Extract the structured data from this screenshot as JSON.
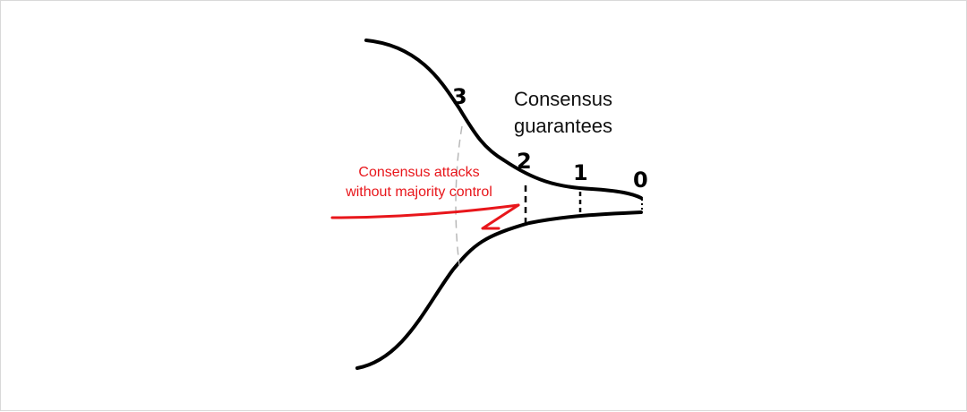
{
  "diagram": {
    "title_line1": "Consensus",
    "title_line2": "guarantees",
    "attack_line1": "Consensus attacks",
    "attack_line2": "without majority control",
    "levels": [
      "3",
      "2",
      "1",
      "0"
    ],
    "colors": {
      "ink": "#000000",
      "attack": "#e8161b",
      "guide": "#b8b8b8"
    }
  }
}
